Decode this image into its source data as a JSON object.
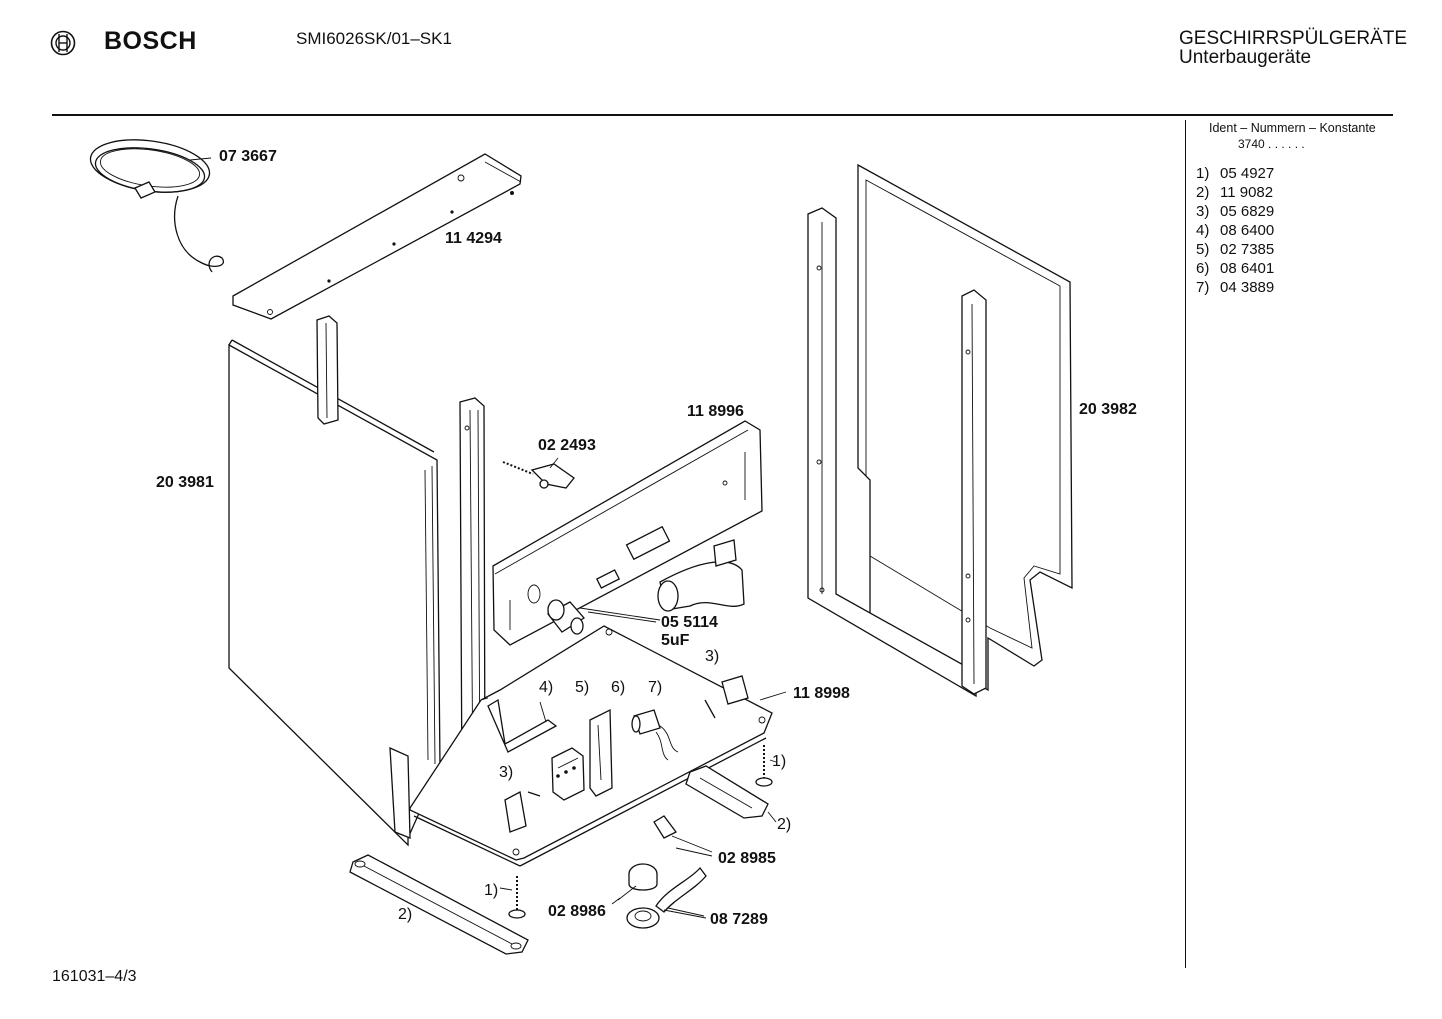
{
  "header": {
    "brand": "BOSCH",
    "model": "SMI6026SK/01–SK1",
    "category_line1": "GESCHIRRSPÜLGERÄTE",
    "category_line2": "Unterbaugeräte",
    "logo_icon": "bosch-armature-icon"
  },
  "ident_panel": {
    "title": "Ident – Nummern – Konstante",
    "constant": "3740 . .   . . . .",
    "items": [
      {
        "num": "1)",
        "value": "05 4927"
      },
      {
        "num": "2)",
        "value": "11 9082"
      },
      {
        "num": "3)",
        "value": "05 6829"
      },
      {
        "num": "4)",
        "value": "08 6400"
      },
      {
        "num": "5)",
        "value": "02 7385"
      },
      {
        "num": "6)",
        "value": "08 6401"
      },
      {
        "num": "7)",
        "value": "04 3889"
      }
    ]
  },
  "diagram_labels": {
    "cable": "07 3667",
    "top_strip": "11 4294",
    "left_panel": "20 3981",
    "right_panel": "20 3982",
    "front_plate": "11 8996",
    "clip": "02 2493",
    "capacitor": "05 5114",
    "capacitor_rating": "5uF",
    "base_plate": "11 8998",
    "switch": "02 8985",
    "cap": "02 8986",
    "holder": "08 7289",
    "ref_1a": "1)",
    "ref_1b": "1)",
    "ref_2a": "2)",
    "ref_2b": "2)",
    "ref_3a": "3)",
    "ref_3b": "3)",
    "ref_4": "4)",
    "ref_5": "5)",
    "ref_6": "6)",
    "ref_7": "7)"
  },
  "footer": {
    "code": "161031–4/3"
  }
}
